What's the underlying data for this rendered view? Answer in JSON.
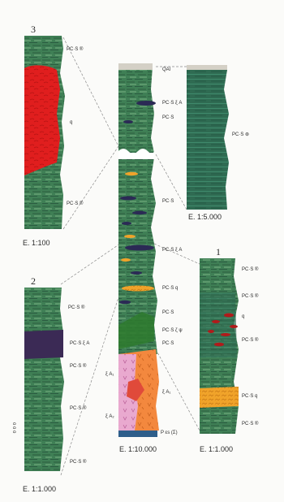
{
  "colors": {
    "strata_green": "#3f7f55",
    "strata_dark": "#2c5e3e",
    "strata_light": "#79b083",
    "quartz_red": "#e01e1e",
    "amphibolite_purple": "#3b2a55",
    "intrusive_orange": "#f3883e",
    "intrusive_pink": "#e9a9cf",
    "dashed_link": "#8a8a8a",
    "alluvium_grey": "#d4d0c6"
  },
  "section_3": {
    "number": "3",
    "labels": {
      "top": "PC·S ®",
      "middle": "q",
      "bottom": "PC·S ®"
    },
    "scale": "E. 1:100"
  },
  "section_main": {
    "labels": {
      "qal": "QAl",
      "l1": "PC·S ξ A",
      "l2": "PC·S",
      "l3": "PC·S",
      "l4": "PC·S ξ A",
      "l5": "PC·S q",
      "l6": "PC·S",
      "l7": "PC·S ζ ψ",
      "l8": "PC·S",
      "l9": "P εs (Σ)",
      "ea1": "ξ A₁",
      "ea2": "ξ A₂",
      "ea1b": "ξ A₁"
    },
    "scale": "E. 1:10.000"
  },
  "section_upper_right": {
    "labels": {
      "mid": "PC·S ⊛"
    },
    "scale": "E. 1:5.000"
  },
  "section_1": {
    "number": "1",
    "labels": {
      "l1": "PC·S ®",
      "l2": "PC·S ®",
      "q": "q",
      "l3": "PC·S ®",
      "l4": "PC·S q",
      "l5": "PC·S ®"
    },
    "scale": "E. 1:1.000"
  },
  "section_2": {
    "number": "2",
    "labels": {
      "l1": "PC·S ®",
      "l2": "PC·S ξ A",
      "l3": "PC·S ®",
      "l4": "PC·S ®",
      "l5": "PC·S ®"
    },
    "scale": "E. 1:1.000"
  },
  "margin_note": "o o o"
}
